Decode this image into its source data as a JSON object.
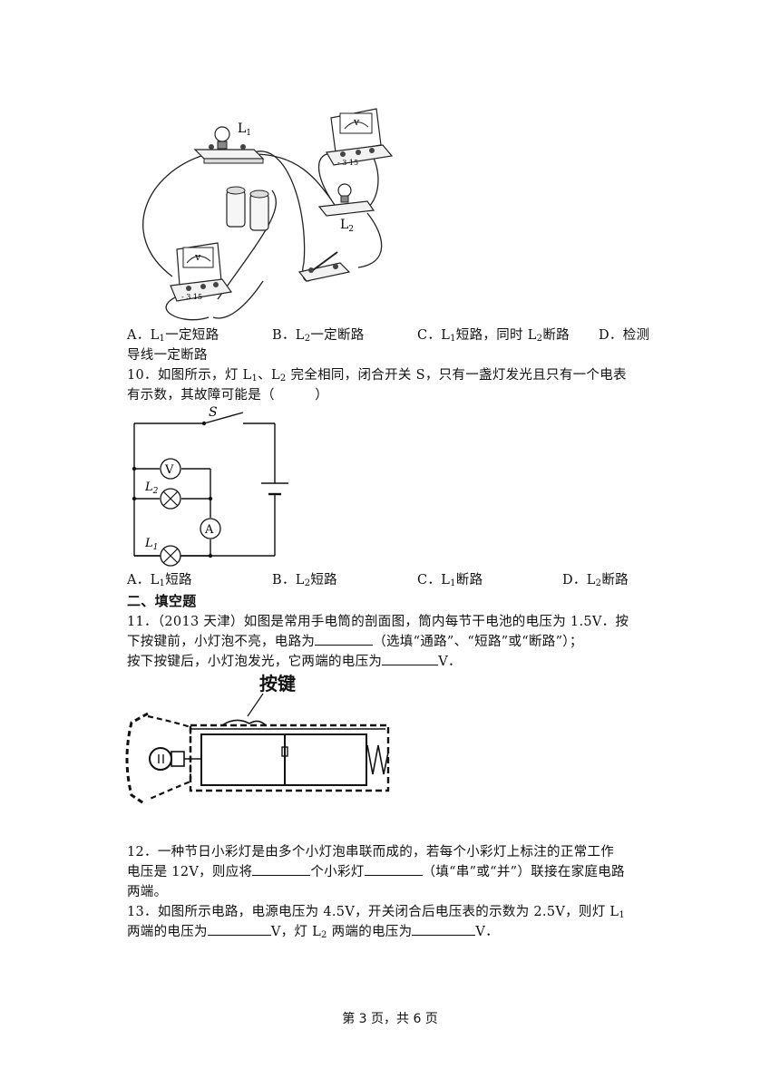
{
  "q9": {
    "figure": {
      "lamp1_label": "L",
      "lamp1_sub": "1",
      "lamp2_label": "L",
      "lamp2_sub": "2",
      "meter_symbol": "v",
      "terminal_marks": "- 3 15"
    },
    "option_a_prefix": "A．L",
    "option_a_sub": "1",
    "option_a_text": "一定短路",
    "option_b_prefix": "B．L",
    "option_b_sub": "2",
    "option_b_text": "一定断路",
    "option_c_prefix": "C．L",
    "option_c_sub": "1",
    "option_c_mid": "短路，同时 L",
    "option_c_sub2": "2",
    "option_c_text": "断路",
    "option_d_line1": "D．检测",
    "option_d_line2": "导线一定断路"
  },
  "q10": {
    "line1_a": "10．如图所示，灯 L",
    "line1_sub1": "1",
    "line1_b": "、L",
    "line1_sub2": "2",
    "line1_c": " 完全相同，闭合开关 S，只有一盏灯发光且只有一个电表",
    "line2": "有示数，其故障可能是（　　　）",
    "figure": {
      "switch_label": "S",
      "voltmeter_label": "V",
      "ammeter_label": "A",
      "lamp2_label": "L",
      "lamp2_sub": "2",
      "lamp1_label": "L",
      "lamp1_sub": "1"
    },
    "option_a_prefix": "A．L",
    "option_a_sub": "1",
    "option_a_text": "短路",
    "option_b_prefix": "B．L",
    "option_b_sub": "2",
    "option_b_text": "短路",
    "option_c_prefix": "C．L",
    "option_c_sub": "1",
    "option_c_text": "断路",
    "option_d_prefix": "D．L",
    "option_d_sub": "2",
    "option_d_text": "断路"
  },
  "section_title": "二、填空题",
  "q11": {
    "line1": "11．（2013 天津）如图是常用手电筒的剖面图，筒内每节干电池的电压为 1.5V．按",
    "line2_a": "下按键前，小灯泡不亮，电路为",
    "line2_b": "（选填“通路”、“短路”或“断路”）；",
    "line3_a": "按下按键后，小灯泡发光，它两端的电压为",
    "line3_b": "V．",
    "figure_label": "按键"
  },
  "q12": {
    "line1": "12．一种节日小彩灯是由多个小灯泡串联而成的，若每个小彩灯上标注的正常工作",
    "line2_a": "电压是 12V，则应将",
    "line2_b": "个小彩灯",
    "line2_c": "（填“串”或“并”）联接在家庭电路",
    "line3": "两端。"
  },
  "q13": {
    "line1_a": "13．如图所示电路，电源电压为 4.5V，开关闭合后电压表的示数为 2.5V，则灯 L",
    "line1_sub": "1",
    "line2_a": "两端的电压为",
    "line2_b": "V，灯 L",
    "line2_sub": "2",
    "line2_c": " 两端的电压为",
    "line2_d": "V．"
  },
  "footer": "第 3 页，共 6 页"
}
